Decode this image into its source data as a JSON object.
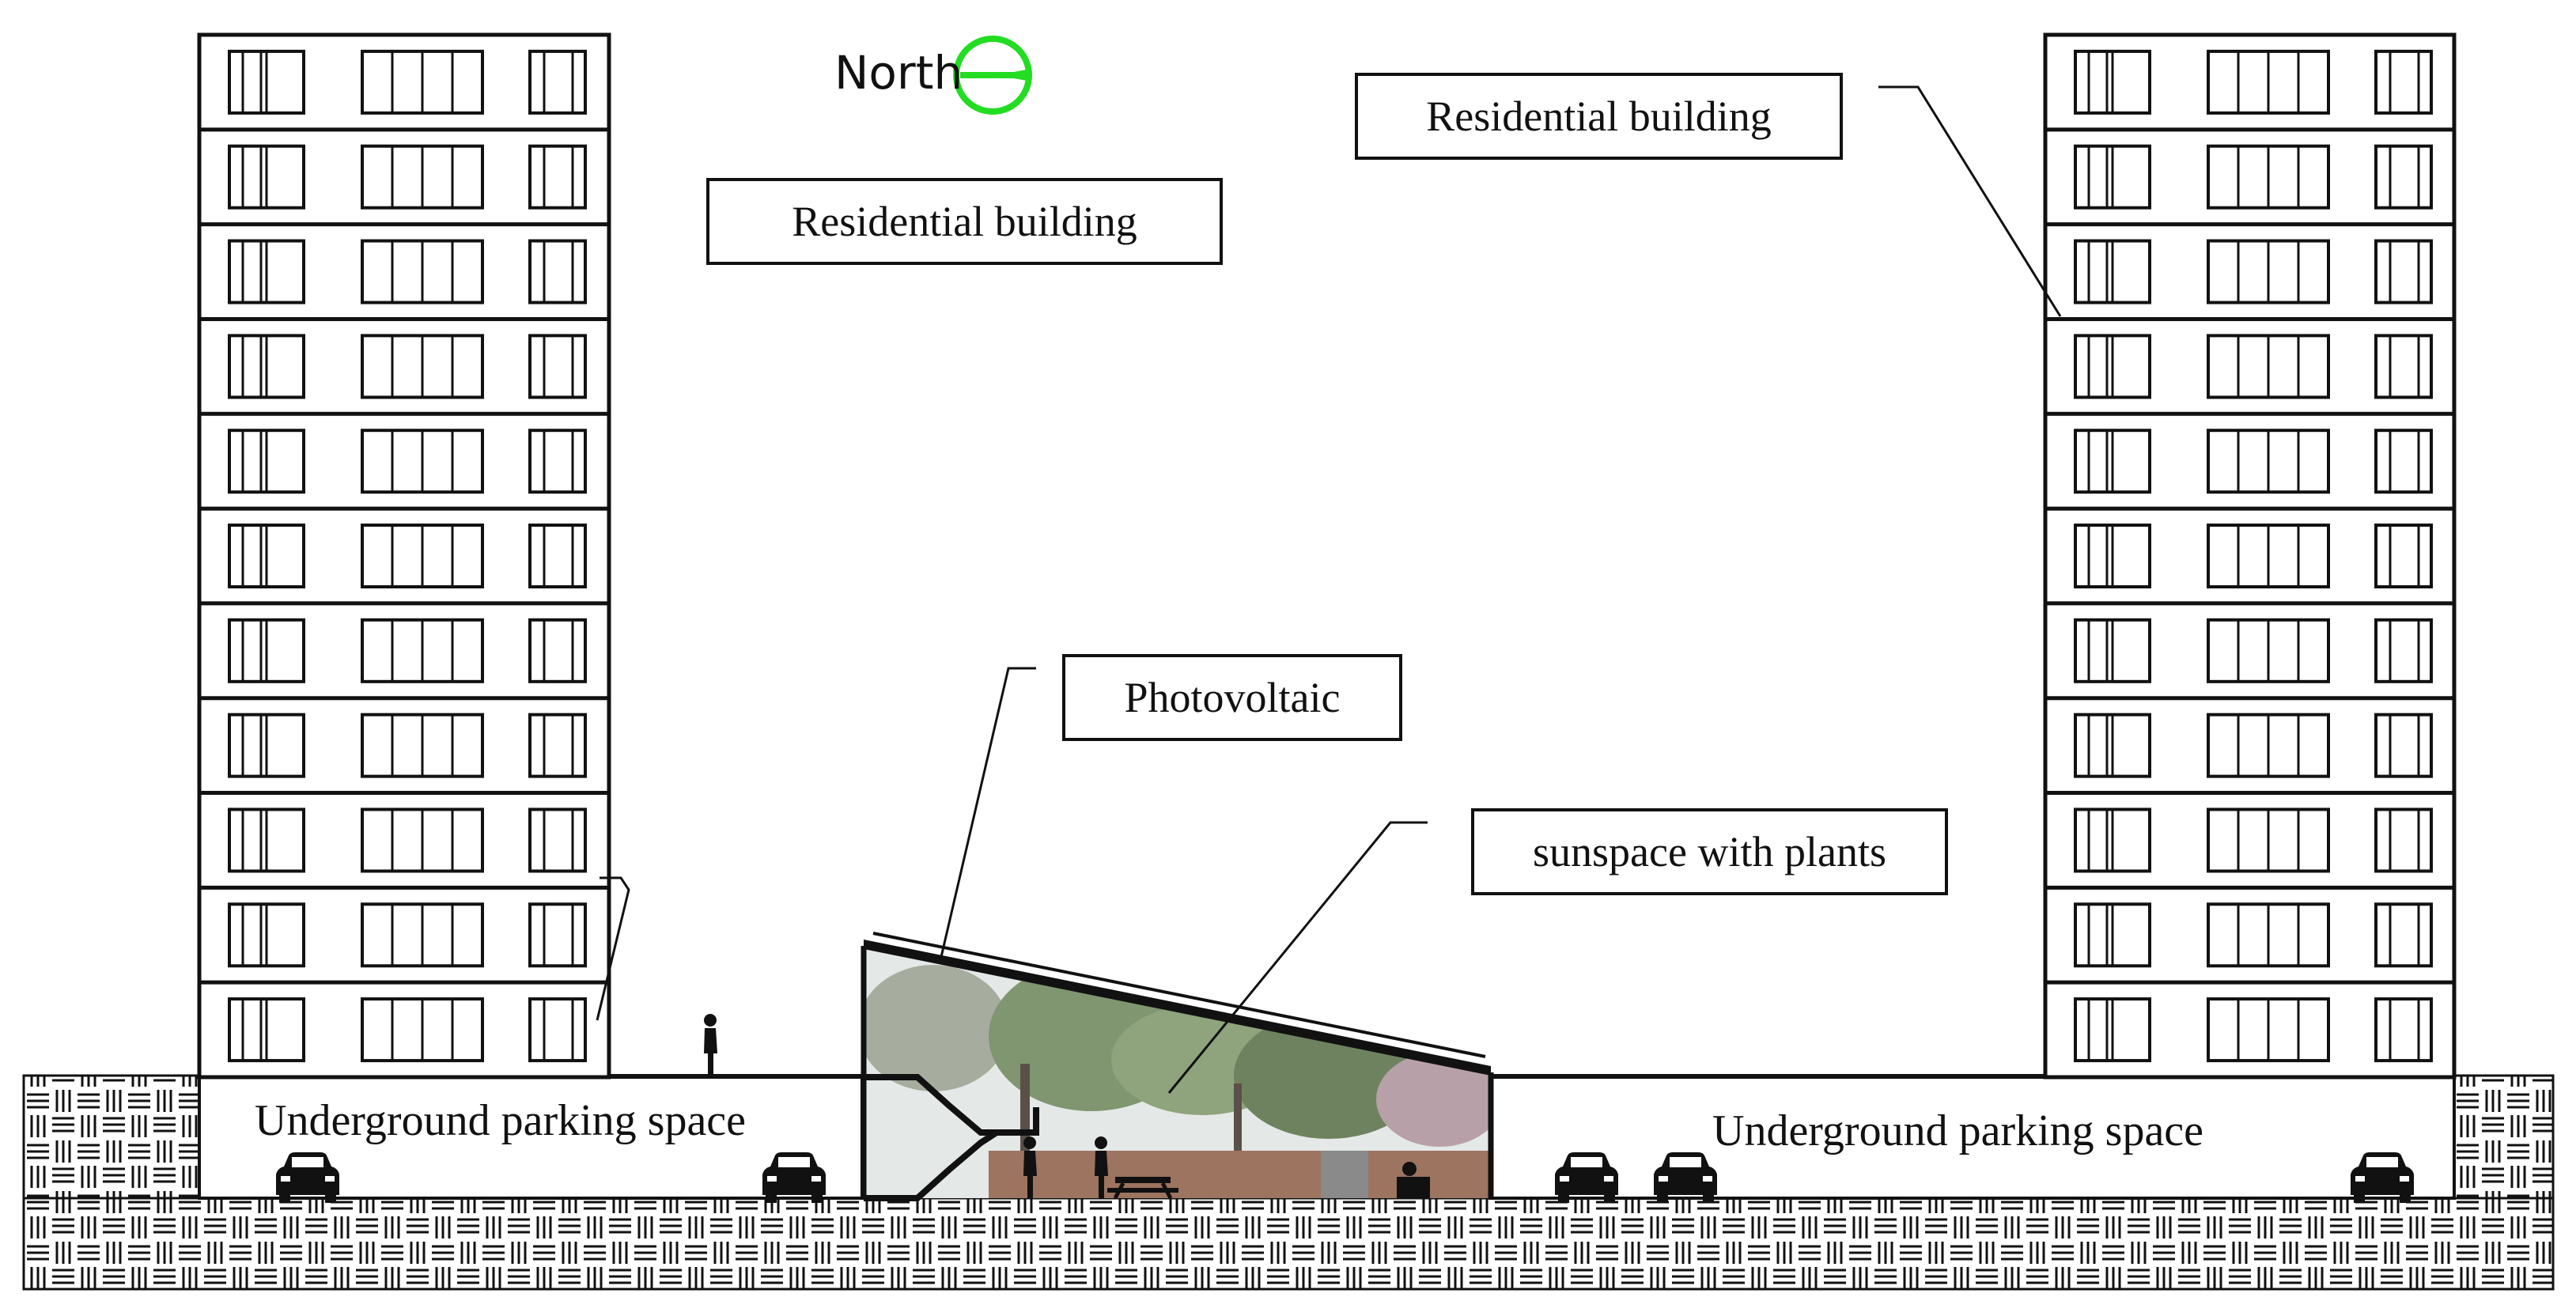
{
  "labels": {
    "residential_left": "Residential building",
    "residential_right": "Residential building",
    "photovoltaic": "Photovoltaic",
    "sunspace": "sunspace with plants",
    "parking_left": "Underground parking space",
    "parking_right": "Underground parking space",
    "north": "North"
  },
  "colors": {
    "line": "#111111",
    "north_symbol": "#22dd22",
    "sunspace_glass": "#c9d2cf",
    "foliage": "#7a8f66",
    "brick": "#9c7460"
  },
  "icons": {
    "north_arrow": "circle-with-arrow",
    "car": "car-front-view",
    "person": "person-silhouette",
    "bench": "picnic-table"
  }
}
